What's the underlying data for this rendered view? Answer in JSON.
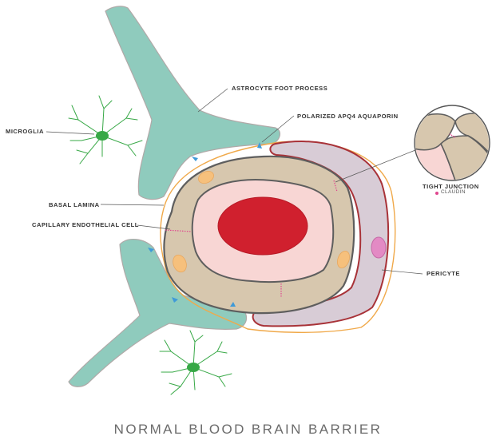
{
  "title": "NORMAL BLOOD BRAIN BARRIER",
  "labels": {
    "astrocyte": "ASTROCYTE FOOT PROCESS",
    "aquaporin": "POLARIZED APQ4 AQUAPORIN",
    "microglia": "MICROGLIA",
    "basal_lamina": "BASAL LAMINA",
    "endothelial": "CAPILLARY ENDOTHELIAL CELL",
    "pericyte": "PERICYTE",
    "tight_junction": "TIGHT JUNCTION",
    "claudin": "CLAUDIN"
  },
  "colors": {
    "astrocyte": "#8fcbbd",
    "endothelial": "#d7c7ae",
    "lumen": "#f8d6d4",
    "red_cell": "#d0202e",
    "pericyte": "#d8ccd6",
    "pericyte_edge": "#a83238",
    "basal_lamina": "#f0a94a",
    "nucleus": "#f6c07c",
    "pericyte_nucleus": "#e38ac4",
    "aquaporin": "#3f9ad8",
    "microglia": "#37a846",
    "claudin": "#e0468f"
  }
}
